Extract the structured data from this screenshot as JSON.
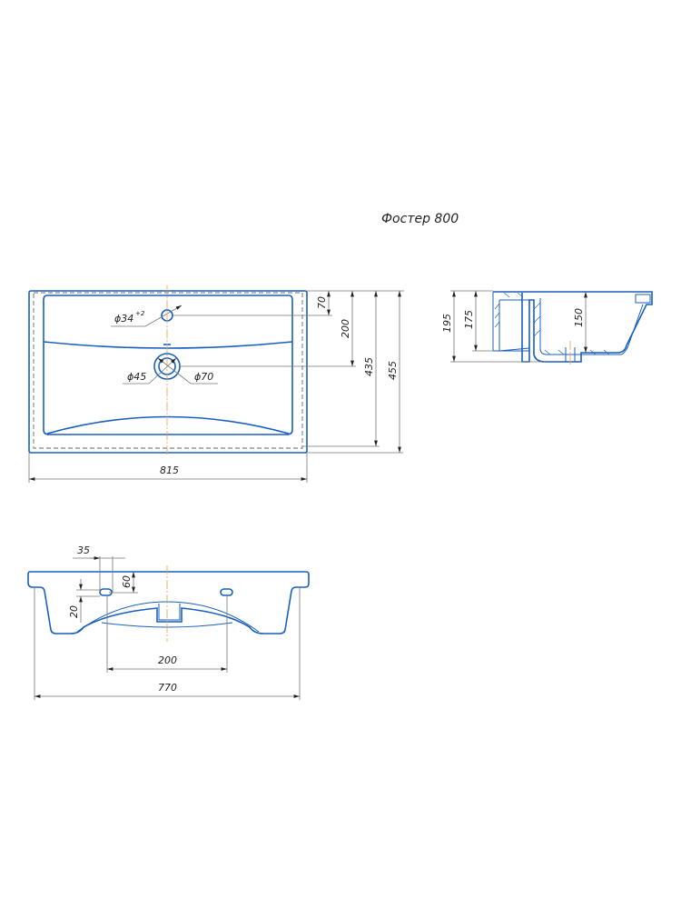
{
  "title": "Фостер 800",
  "top_view": {
    "dims": {
      "d70": "70",
      "d200": "200",
      "d435": "435",
      "d455": "455",
      "d815": "815"
    },
    "holes": {
      "faucet": "ϕ34",
      "faucet_tol": "+2",
      "drain_inner": "ϕ45",
      "drain_outer": "ϕ70"
    }
  },
  "side_view": {
    "dims": {
      "d195": "195",
      "d175": "175",
      "d150": "150"
    }
  },
  "front_view": {
    "dims": {
      "d35": "35",
      "d60": "60",
      "d20": "20",
      "d200": "200",
      "d770": "770"
    }
  },
  "colors": {
    "outline": "#1a5fbf",
    "dimension": "#777777",
    "centerline": "#e8a040"
  }
}
